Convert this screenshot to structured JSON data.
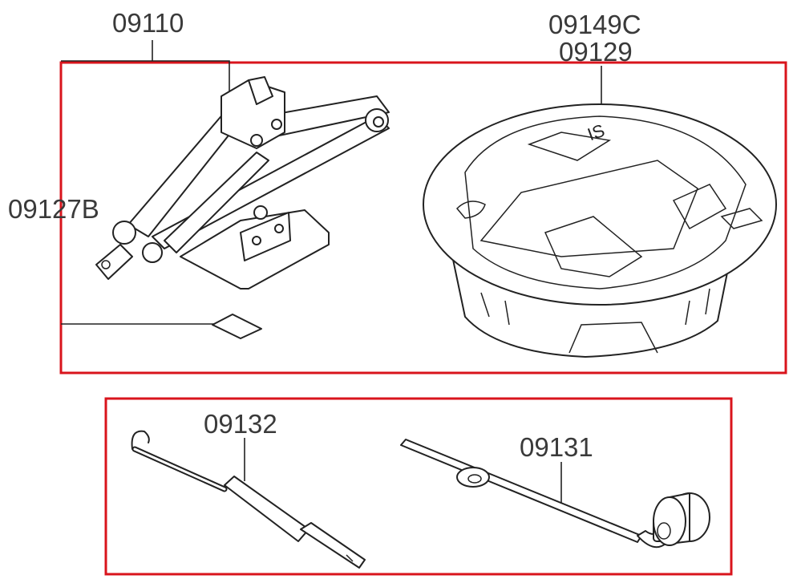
{
  "diagram": {
    "frame_color": "#d9141c",
    "groups": [
      {
        "name": "jack-and-tray",
        "parts": [
          {
            "part_no": "09110"
          },
          {
            "part_no": "09127B"
          },
          {
            "part_no": "09149C"
          },
          {
            "part_no": "09129"
          }
        ]
      },
      {
        "name": "tools",
        "parts": [
          {
            "part_no": "09132"
          },
          {
            "part_no": "09131"
          }
        ]
      }
    ]
  }
}
